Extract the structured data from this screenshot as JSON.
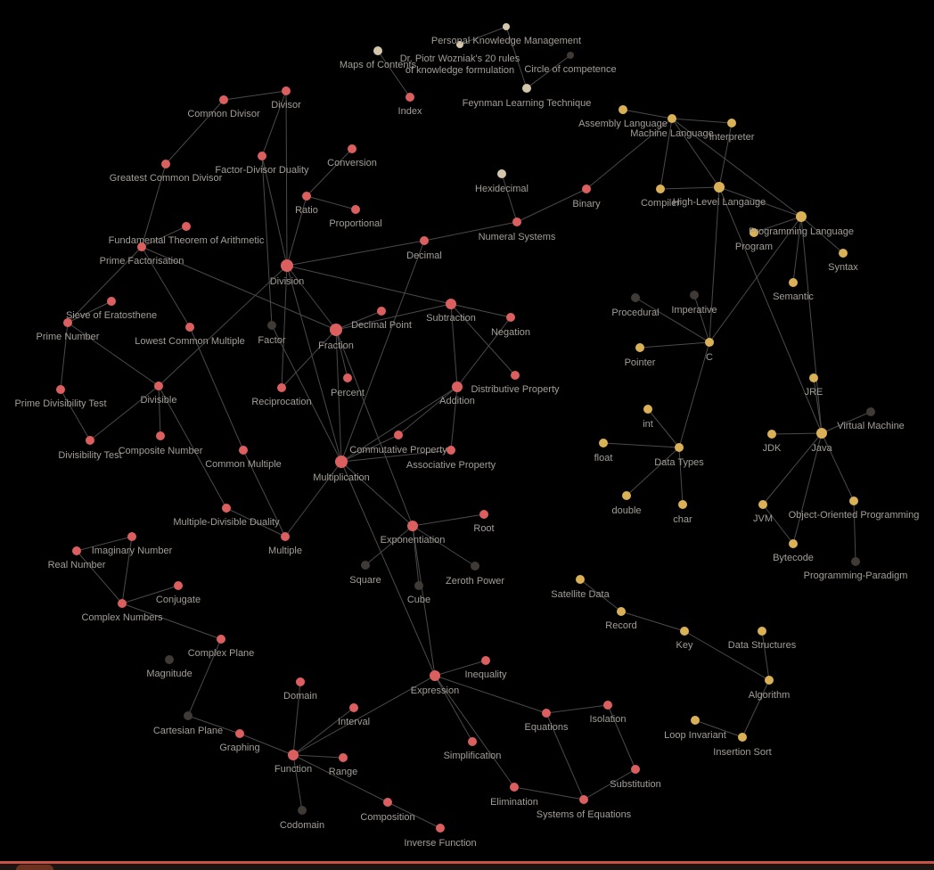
{
  "graph": {
    "colors": {
      "math": "#dc5f5f",
      "cs": "#dab156",
      "knowledge": "#d4c6aa",
      "orphan": "#3f3a36",
      "edge": "#4a4a4a",
      "label": "#a39e98",
      "background": "#000000"
    },
    "nodes": [
      {
        "id": "personal-knowledge-management",
        "label": "Personal Knowledge Management",
        "group": "knowledge"
      },
      {
        "id": "maps-of-contents",
        "label": "Maps of Contents",
        "group": "knowledge"
      },
      {
        "id": "wozniak-20-rules",
        "label": "Dr. Piotr Wozniak's 20 rules of knowledge formulation",
        "group": "knowledge"
      },
      {
        "id": "circle-of-competence",
        "label": "Circle of competence",
        "group": "orphan"
      },
      {
        "id": "index",
        "label": "Index",
        "group": "math"
      },
      {
        "id": "feynman-learning-technique",
        "label": "Feynman Learning Technique",
        "group": "knowledge"
      },
      {
        "id": "common-divisor",
        "label": "Common Divisor",
        "group": "math"
      },
      {
        "id": "divisor",
        "label": "Divisor",
        "group": "math"
      },
      {
        "id": "greatest-common-divisor",
        "label": "Greatest Common Divisor",
        "group": "math"
      },
      {
        "id": "factor-divisor-duality",
        "label": "Factor-Divisor Duality",
        "group": "math"
      },
      {
        "id": "conversion",
        "label": "Conversion",
        "group": "math"
      },
      {
        "id": "ratio",
        "label": "Ratio",
        "group": "math"
      },
      {
        "id": "proportional",
        "label": "Proportional",
        "group": "math"
      },
      {
        "id": "fundamental-theorem",
        "label": "Fundamental Theorem of Arithmetic",
        "group": "math"
      },
      {
        "id": "prime-factorisation",
        "label": "Prime Factorisation",
        "group": "math"
      },
      {
        "id": "division",
        "label": "Division",
        "group": "math"
      },
      {
        "id": "sieve-of-eratosthene",
        "label": "Sieve of Eratosthene",
        "group": "math"
      },
      {
        "id": "prime-number",
        "label": "Prime Number",
        "group": "math"
      },
      {
        "id": "lowest-common-multiple",
        "label": "Lowest Common Multiple",
        "group": "math"
      },
      {
        "id": "factor",
        "label": "Factor",
        "group": "orphan"
      },
      {
        "id": "decimal-point",
        "label": "Decimal Point",
        "group": "math"
      },
      {
        "id": "fraction",
        "label": "Fraction",
        "group": "math"
      },
      {
        "id": "subtraction",
        "label": "Subtraction",
        "group": "math"
      },
      {
        "id": "negation",
        "label": "Negation",
        "group": "math"
      },
      {
        "id": "decimal",
        "label": "Decimal",
        "group": "math"
      },
      {
        "id": "numeral-systems",
        "label": "Numeral Systems",
        "group": "math"
      },
      {
        "id": "hexidecimal",
        "label": "Hexidecimal",
        "group": "knowledge"
      },
      {
        "id": "binary",
        "label": "Binary",
        "group": "math"
      },
      {
        "id": "prime-divisibility-test",
        "label": "Prime Divisibility Test",
        "group": "math"
      },
      {
        "id": "divisible",
        "label": "Divisible",
        "group": "math"
      },
      {
        "id": "reciprocation",
        "label": "Reciprocation",
        "group": "math"
      },
      {
        "id": "percent",
        "label": "Percent",
        "group": "math"
      },
      {
        "id": "addition",
        "label": "Addition",
        "group": "math"
      },
      {
        "id": "distributive-property",
        "label": "Distributive Property",
        "group": "math"
      },
      {
        "id": "divisibility-test",
        "label": "Divisibility Test",
        "group": "math"
      },
      {
        "id": "composite-number",
        "label": "Composite Number",
        "group": "math"
      },
      {
        "id": "common-multiple",
        "label": "Common Multiple",
        "group": "math"
      },
      {
        "id": "commutative-property",
        "label": "Commutative Property",
        "group": "math"
      },
      {
        "id": "associative-property",
        "label": "Associative Property",
        "group": "math"
      },
      {
        "id": "multiplication",
        "label": "Multiplication",
        "group": "math"
      },
      {
        "id": "multiple-divisible-duality",
        "label": "Multiple-Divisible Duality",
        "group": "math"
      },
      {
        "id": "multiple",
        "label": "Multiple",
        "group": "math"
      },
      {
        "id": "exponentiation",
        "label": "Exponentiation",
        "group": "math"
      },
      {
        "id": "root",
        "label": "Root",
        "group": "math"
      },
      {
        "id": "square",
        "label": "Square",
        "group": "orphan"
      },
      {
        "id": "cube",
        "label": "Cube",
        "group": "orphan"
      },
      {
        "id": "zeroth-power",
        "label": "Zeroth Power",
        "group": "orphan"
      },
      {
        "id": "imaginary-number",
        "label": "Imaginary Number",
        "group": "math"
      },
      {
        "id": "real-number",
        "label": "Real Number",
        "group": "math"
      },
      {
        "id": "conjugate",
        "label": "Conjugate",
        "group": "math"
      },
      {
        "id": "complex-numbers",
        "label": "Complex Numbers",
        "group": "math"
      },
      {
        "id": "complex-plane",
        "label": "Complex Plane",
        "group": "math"
      },
      {
        "id": "magnitude",
        "label": "Magnitude",
        "group": "orphan"
      },
      {
        "id": "cartesian-plane",
        "label": "Cartesian Plane",
        "group": "orphan"
      },
      {
        "id": "graphing",
        "label": "Graphing",
        "group": "math"
      },
      {
        "id": "domain",
        "label": "Domain",
        "group": "math"
      },
      {
        "id": "interval",
        "label": "Interval",
        "group": "math"
      },
      {
        "id": "function",
        "label": "Function",
        "group": "math"
      },
      {
        "id": "range",
        "label": "Range",
        "group": "math"
      },
      {
        "id": "codomain",
        "label": "Codomain",
        "group": "orphan"
      },
      {
        "id": "composition",
        "label": "Composition",
        "group": "math"
      },
      {
        "id": "inverse-function",
        "label": "Inverse Function",
        "group": "math"
      },
      {
        "id": "expression",
        "label": "Expression",
        "group": "math"
      },
      {
        "id": "inequality",
        "label": "Inequality",
        "group": "math"
      },
      {
        "id": "equations",
        "label": "Equations",
        "group": "math"
      },
      {
        "id": "isolation",
        "label": "Isolation",
        "group": "math"
      },
      {
        "id": "simplification",
        "label": "Simplification",
        "group": "math"
      },
      {
        "id": "elimination",
        "label": "Elimination",
        "group": "math"
      },
      {
        "id": "substitution",
        "label": "Substitution",
        "group": "math"
      },
      {
        "id": "systems-of-equations",
        "label": "Systems of Equations",
        "group": "math"
      },
      {
        "id": "assembly-language",
        "label": "Assembly Language",
        "group": "cs"
      },
      {
        "id": "machine-language",
        "label": "Machine Language",
        "group": "cs"
      },
      {
        "id": "interpreter",
        "label": "Interpreter",
        "group": "cs"
      },
      {
        "id": "compiler",
        "label": "Compiler",
        "group": "cs"
      },
      {
        "id": "high-level-language",
        "label": "High-Level Langauge",
        "group": "cs"
      },
      {
        "id": "programming-language",
        "label": "Programming Language",
        "group": "cs"
      },
      {
        "id": "program",
        "label": "Program",
        "group": "cs"
      },
      {
        "id": "syntax",
        "label": "Syntax",
        "group": "cs"
      },
      {
        "id": "semantic",
        "label": "Semantic",
        "group": "cs"
      },
      {
        "id": "procedural",
        "label": "Procedural",
        "group": "orphan"
      },
      {
        "id": "imperative",
        "label": "Imperative",
        "group": "orphan"
      },
      {
        "id": "pointer",
        "label": "Pointer",
        "group": "cs"
      },
      {
        "id": "c",
        "label": "C",
        "group": "cs"
      },
      {
        "id": "jre",
        "label": "JRE",
        "group": "cs"
      },
      {
        "id": "int",
        "label": "int",
        "group": "cs"
      },
      {
        "id": "virtual-machine",
        "label": "Virtual Machine",
        "group": "orphan"
      },
      {
        "id": "float",
        "label": "float",
        "group": "cs"
      },
      {
        "id": "data-types",
        "label": "Data Types",
        "group": "cs"
      },
      {
        "id": "jdk",
        "label": "JDK",
        "group": "cs"
      },
      {
        "id": "java",
        "label": "Java",
        "group": "cs"
      },
      {
        "id": "double",
        "label": "double",
        "group": "cs"
      },
      {
        "id": "char",
        "label": "char",
        "group": "cs"
      },
      {
        "id": "jvm",
        "label": "JVM",
        "group": "cs"
      },
      {
        "id": "object-oriented-programming",
        "label": "Object-Oriented Programming",
        "group": "cs"
      },
      {
        "id": "bytecode",
        "label": "Bytecode",
        "group": "cs"
      },
      {
        "id": "programming-paradigm",
        "label": "Programming-Paradigm",
        "group": "orphan"
      },
      {
        "id": "satellite-data",
        "label": "Satellite Data",
        "group": "cs"
      },
      {
        "id": "record",
        "label": "Record",
        "group": "cs"
      },
      {
        "id": "key",
        "label": "Key",
        "group": "cs"
      },
      {
        "id": "data-structures",
        "label": "Data Structures",
        "group": "cs"
      },
      {
        "id": "algorithm",
        "label": "Algorithm",
        "group": "cs"
      },
      {
        "id": "loop-invariant",
        "label": "Loop Invariant",
        "group": "cs"
      },
      {
        "id": "insertion-sort",
        "label": "Insertion Sort",
        "group": "cs"
      }
    ],
    "edges": [
      [
        "personal-knowledge-management",
        "wozniak-20-rules"
      ],
      [
        "personal-knowledge-management",
        "feynman-learning-technique"
      ],
      [
        "circle-of-competence",
        "feynman-learning-technique"
      ],
      [
        "maps-of-contents",
        "index"
      ],
      [
        "common-divisor",
        "divisor"
      ],
      [
        "common-divisor",
        "greatest-common-divisor"
      ],
      [
        "greatest-common-divisor",
        "prime-factorisation"
      ],
      [
        "divisor",
        "factor-divisor-duality"
      ],
      [
        "divisor",
        "division"
      ],
      [
        "factor-divisor-duality",
        "factor"
      ],
      [
        "factor-divisor-duality",
        "division"
      ],
      [
        "conversion",
        "ratio"
      ],
      [
        "ratio",
        "proportional"
      ],
      [
        "ratio",
        "division"
      ],
      [
        "fundamental-theorem",
        "prime-factorisation"
      ],
      [
        "prime-factorisation",
        "prime-number"
      ],
      [
        "prime-factorisation",
        "lowest-common-multiple"
      ],
      [
        "prime-factorisation",
        "fraction"
      ],
      [
        "sieve-of-eratosthene",
        "prime-number"
      ],
      [
        "prime-number",
        "prime-divisibility-test"
      ],
      [
        "prime-number",
        "divisible"
      ],
      [
        "prime-divisibility-test",
        "divisibility-test"
      ],
      [
        "divisible",
        "divisibility-test"
      ],
      [
        "divisible",
        "composite-number"
      ],
      [
        "divisible",
        "division"
      ],
      [
        "divisible",
        "multiple-divisible-duality"
      ],
      [
        "lowest-common-multiple",
        "common-multiple"
      ],
      [
        "common-multiple",
        "multiple"
      ],
      [
        "division",
        "decimal"
      ],
      [
        "division",
        "fraction"
      ],
      [
        "division",
        "reciprocation"
      ],
      [
        "division",
        "multiplication"
      ],
      [
        "division",
        "subtraction"
      ],
      [
        "factor",
        "multiplication"
      ],
      [
        "decimal",
        "numeral-systems"
      ],
      [
        "decimal",
        "multiplication"
      ],
      [
        "numeral-systems",
        "hexidecimal"
      ],
      [
        "numeral-systems",
        "binary"
      ],
      [
        "binary",
        "machine-language"
      ],
      [
        "decimal-point",
        "fraction"
      ],
      [
        "fraction",
        "reciprocation"
      ],
      [
        "fraction",
        "percent"
      ],
      [
        "fraction",
        "multiplication"
      ],
      [
        "fraction",
        "subtraction"
      ],
      [
        "fraction",
        "exponentiation"
      ],
      [
        "subtraction",
        "negation"
      ],
      [
        "subtraction",
        "addition"
      ],
      [
        "subtraction",
        "distributive-property"
      ],
      [
        "negation",
        "addition"
      ],
      [
        "addition",
        "commutative-property"
      ],
      [
        "addition",
        "associative-property"
      ],
      [
        "addition",
        "multiplication"
      ],
      [
        "commutative-property",
        "multiplication"
      ],
      [
        "multiplication",
        "associative-property"
      ],
      [
        "multiplication",
        "multiple"
      ],
      [
        "multiplication",
        "exponentiation"
      ],
      [
        "multiplication",
        "expression"
      ],
      [
        "multiple-divisible-duality",
        "multiple"
      ],
      [
        "exponentiation",
        "root"
      ],
      [
        "exponentiation",
        "square"
      ],
      [
        "exponentiation",
        "cube"
      ],
      [
        "exponentiation",
        "zeroth-power"
      ],
      [
        "exponentiation",
        "expression"
      ],
      [
        "imaginary-number",
        "real-number"
      ],
      [
        "imaginary-number",
        "complex-numbers"
      ],
      [
        "real-number",
        "complex-numbers"
      ],
      [
        "complex-numbers",
        "conjugate"
      ],
      [
        "complex-numbers",
        "complex-plane"
      ],
      [
        "complex-plane",
        "cartesian-plane"
      ],
      [
        "cartesian-plane",
        "graphing"
      ],
      [
        "graphing",
        "function"
      ],
      [
        "domain",
        "function"
      ],
      [
        "interval",
        "function"
      ],
      [
        "function",
        "range"
      ],
      [
        "function",
        "codomain"
      ],
      [
        "function",
        "composition"
      ],
      [
        "function",
        "expression"
      ],
      [
        "composition",
        "inverse-function"
      ],
      [
        "expression",
        "inequality"
      ],
      [
        "expression",
        "equations"
      ],
      [
        "expression",
        "simplification"
      ],
      [
        "expression",
        "elimination"
      ],
      [
        "equations",
        "isolation"
      ],
      [
        "equations",
        "systems-of-equations"
      ],
      [
        "isolation",
        "substitution"
      ],
      [
        "elimination",
        "systems-of-equations"
      ],
      [
        "substitution",
        "systems-of-equations"
      ],
      [
        "assembly-language",
        "machine-language"
      ],
      [
        "machine-language",
        "interpreter"
      ],
      [
        "machine-language",
        "compiler"
      ],
      [
        "machine-language",
        "high-level-language"
      ],
      [
        "machine-language",
        "programming-language"
      ],
      [
        "interpreter",
        "high-level-language"
      ],
      [
        "compiler",
        "high-level-language"
      ],
      [
        "high-level-language",
        "programming-language"
      ],
      [
        "high-level-language",
        "c"
      ],
      [
        "high-level-language",
        "java"
      ],
      [
        "programming-language",
        "program"
      ],
      [
        "programming-language",
        "syntax"
      ],
      [
        "programming-language",
        "semantic"
      ],
      [
        "programming-language",
        "java"
      ],
      [
        "programming-language",
        "c"
      ],
      [
        "procedural",
        "c"
      ],
      [
        "imperative",
        "c"
      ],
      [
        "pointer",
        "c"
      ],
      [
        "c",
        "data-types"
      ],
      [
        "jre",
        "java"
      ],
      [
        "virtual-machine",
        "java"
      ],
      [
        "jdk",
        "java"
      ],
      [
        "java",
        "jvm"
      ],
      [
        "java",
        "bytecode"
      ],
      [
        "java",
        "object-oriented-programming"
      ],
      [
        "jvm",
        "bytecode"
      ],
      [
        "object-oriented-programming",
        "programming-paradigm"
      ],
      [
        "int",
        "data-types"
      ],
      [
        "float",
        "data-types"
      ],
      [
        "double",
        "data-types"
      ],
      [
        "char",
        "data-types"
      ],
      [
        "satellite-data",
        "record"
      ],
      [
        "record",
        "key"
      ],
      [
        "key",
        "algorithm"
      ],
      [
        "data-structures",
        "algorithm"
      ],
      [
        "algorithm",
        "insertion-sort"
      ],
      [
        "loop-invariant",
        "insertion-sort"
      ]
    ]
  }
}
